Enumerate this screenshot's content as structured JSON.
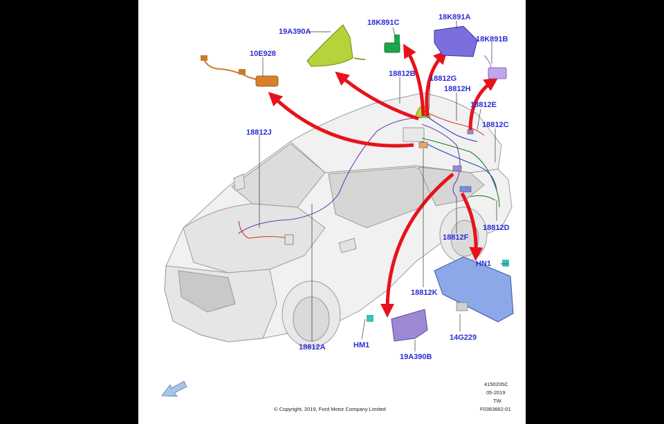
{
  "diagram": {
    "labels": {
      "l_19A390A": "19A390A",
      "l_18K891C": "18K891C",
      "l_18K891A": "18K891A",
      "l_18K891B": "18K891B",
      "l_10E928": "10E928",
      "l_18812B": "18812B",
      "l_18812G": "18812G",
      "l_18812H": "18812H",
      "l_18812E": "18812E",
      "l_18812C": "18812C",
      "l_18812J": "18812J",
      "l_18812D": "18812D",
      "l_18812F": "18812F",
      "l_HN1": "HN1",
      "l_18812K": "18812K",
      "l_14G229": "14G229",
      "l_HM1": "HM1",
      "l_19A390B": "19A390B",
      "l_18812A": "18812A"
    },
    "footer": {
      "ref1": "4150205C",
      "date": "05-2019",
      "tw": "TW",
      "figure_id": "F0383662-01",
      "copyright": "© Copyright, 2019, Ford Motor Company Limited"
    },
    "colors": {
      "background": "#000000",
      "sheet": "#ffffff",
      "callout_text": "#2b2bd6",
      "arrow": "#e8121b",
      "antenna": "#b5d33a",
      "module": "#7b6fe0",
      "bracket": "#8e7bd0"
    },
    "icons": [
      "direction-arrow-icon"
    ]
  }
}
